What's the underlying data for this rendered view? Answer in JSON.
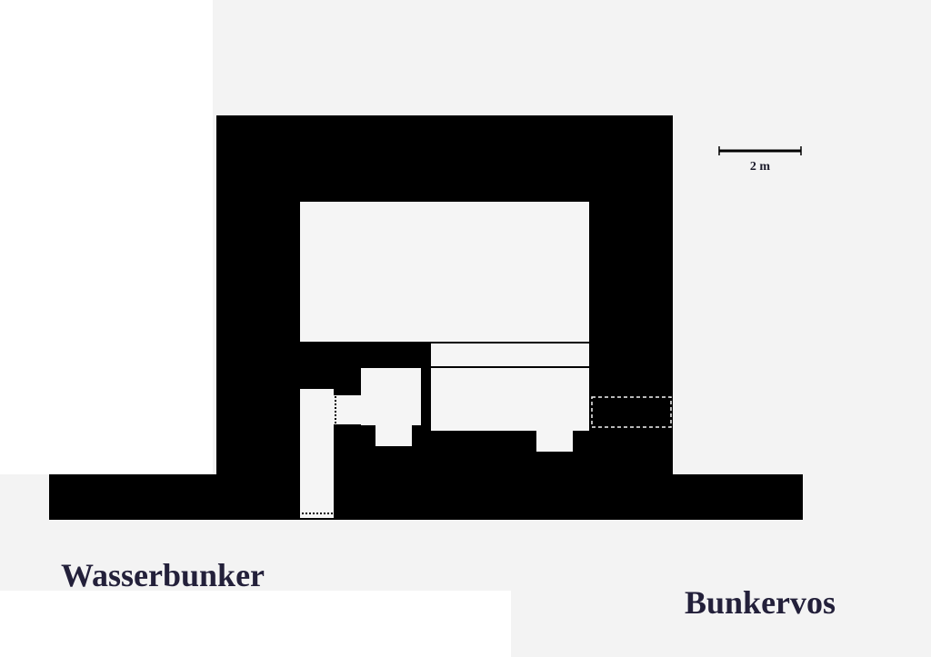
{
  "diagram": {
    "scale_bar": {
      "label": "2 m"
    },
    "title": "Wasserbunker",
    "name": "Bunkervos"
  },
  "colors": {
    "wall": "#000000",
    "void": "#f5f5f5",
    "paper": "#f3f3f3",
    "text": "#23203a"
  }
}
